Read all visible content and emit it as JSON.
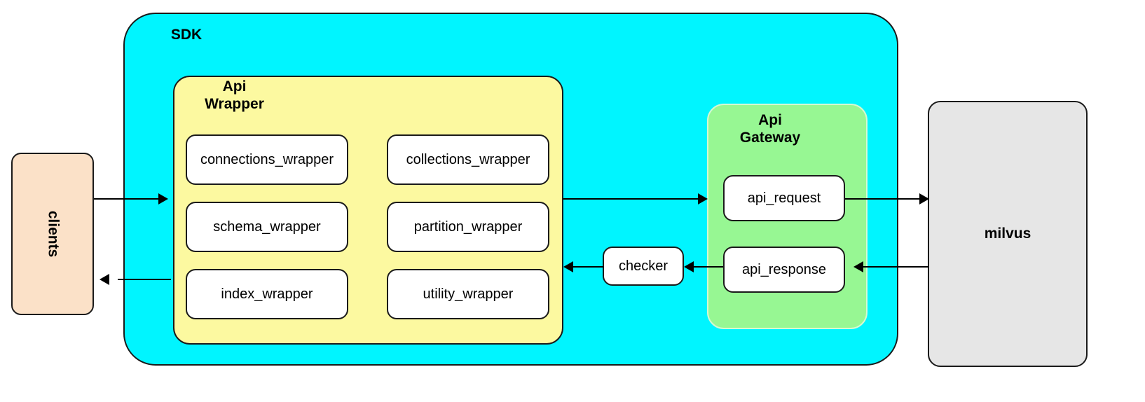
{
  "diagram": {
    "title": "SDK architecture diagram",
    "colors": {
      "sdk_fill": "#00f5ff",
      "api_wrapper_fill": "#fcf9a0",
      "api_gateway_fill": "#97f793",
      "clients_fill": "#fbe1c8",
      "milvus_fill": "#e6e6e6",
      "node_fill": "#ffffff",
      "stroke": "#1a1a1a"
    }
  },
  "containers": {
    "sdk": {
      "title": "SDK"
    },
    "api_wrapper": {
      "title": "Api\nWrapper"
    },
    "api_gateway": {
      "title": "Api\nGateway"
    }
  },
  "entities": {
    "clients": {
      "label": "clients"
    },
    "milvus": {
      "label": "milvus"
    }
  },
  "wrapper_nodes": [
    {
      "label": "connections_wrapper"
    },
    {
      "label": "collections_wrapper"
    },
    {
      "label": "schema_wrapper"
    },
    {
      "label": "partition_wrapper"
    },
    {
      "label": "index_wrapper"
    },
    {
      "label": "utility_wrapper"
    }
  ],
  "gateway_nodes": [
    {
      "label": "api_request"
    },
    {
      "label": "api_response"
    }
  ],
  "middle_nodes": [
    {
      "label": "checker"
    }
  ],
  "flows": [
    {
      "from": "clients",
      "to": "api_wrapper",
      "direction": "right"
    },
    {
      "from": "api_wrapper",
      "to": "api_gateway",
      "direction": "right"
    },
    {
      "from": "api_request",
      "to": "milvus",
      "direction": "right"
    },
    {
      "from": "milvus",
      "to": "api_response",
      "direction": "left"
    },
    {
      "from": "api_response",
      "to": "checker",
      "direction": "left"
    },
    {
      "from": "checker",
      "to": "api_wrapper",
      "direction": "left"
    },
    {
      "from": "sdk",
      "to": "clients",
      "direction": "left"
    }
  ]
}
